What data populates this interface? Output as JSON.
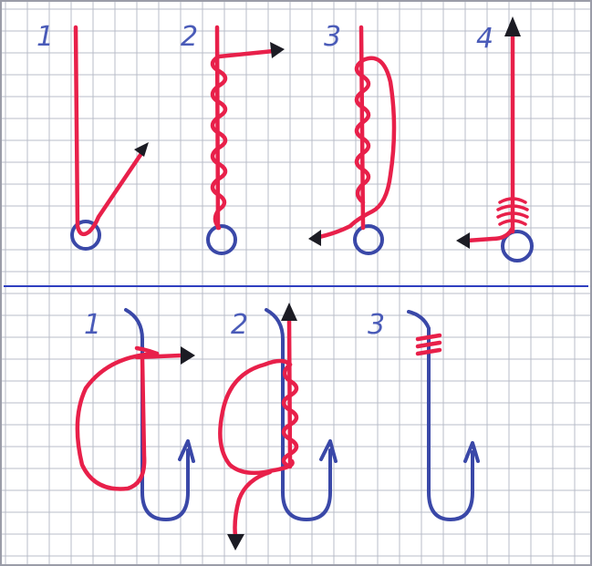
{
  "top_row": {
    "steps": [
      "1",
      "2",
      "3",
      "4"
    ]
  },
  "bottom_row": {
    "steps": [
      "1",
      "2",
      "3"
    ]
  },
  "colors": {
    "paper": "#ffffff",
    "grid": "#b9bcc8",
    "divider": "#2f3fc0",
    "line": "#e8204a",
    "hook": "#3a48a8",
    "arrowhead": "#1c1c24",
    "numbers": "#4a5bb8"
  }
}
